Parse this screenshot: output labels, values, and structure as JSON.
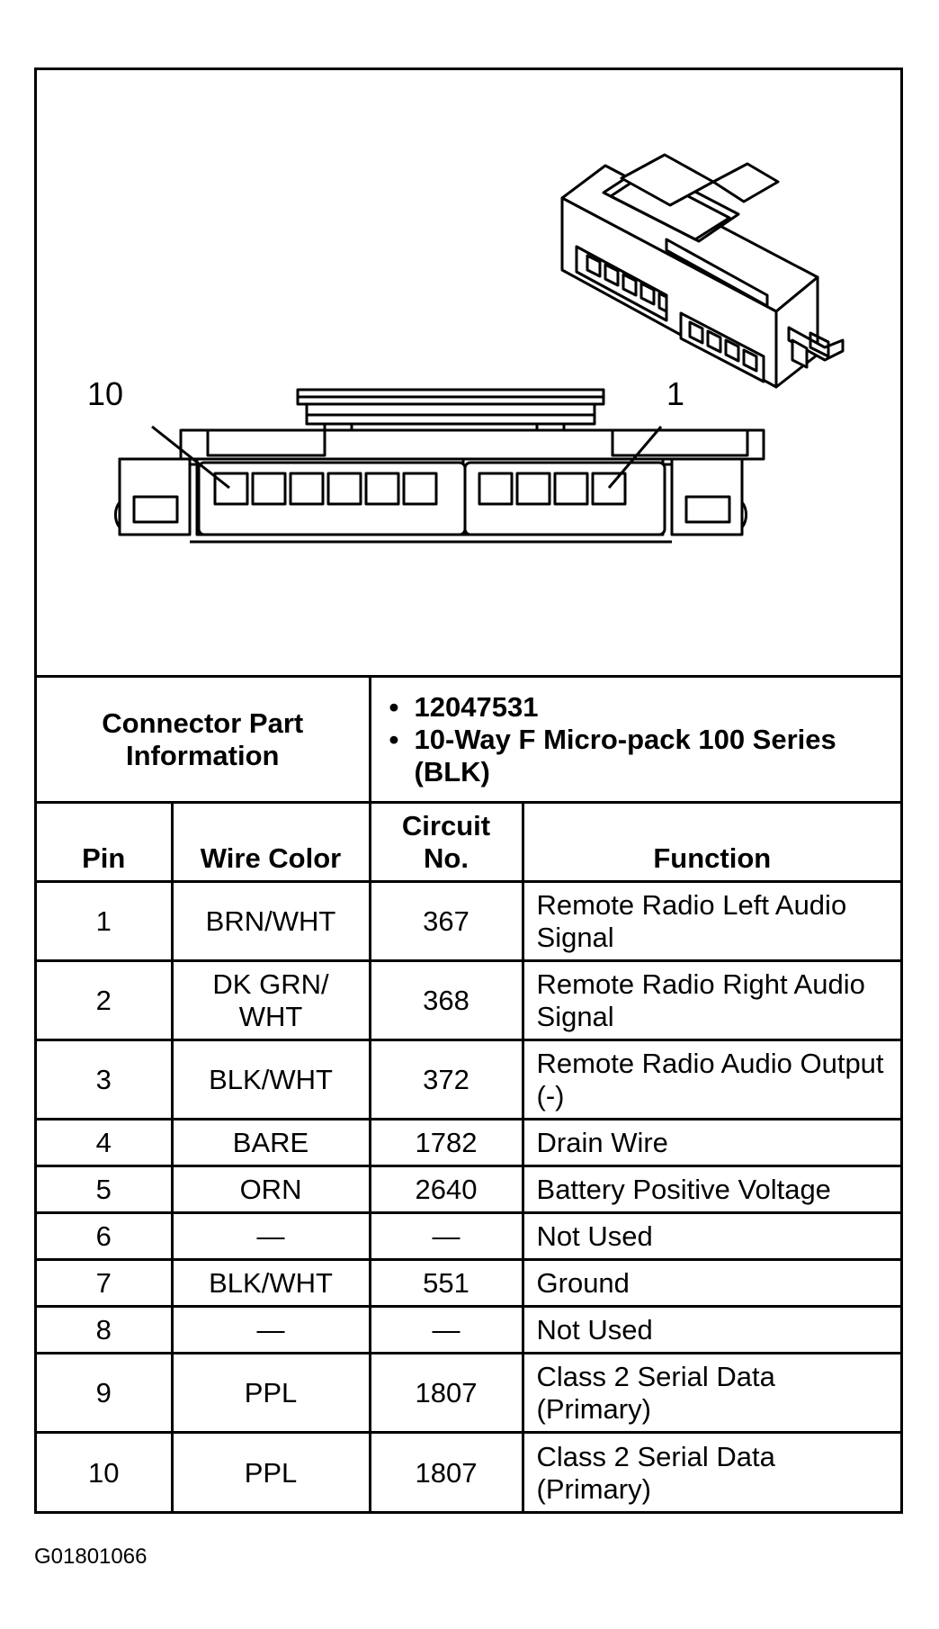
{
  "diagram": {
    "pin_callout_left": "10",
    "pin_callout_right": "1"
  },
  "connector_info": {
    "label": "Connector Part Information",
    "items": [
      "12047531",
      "10-Way F Micro-pack 100 Series (BLK)"
    ]
  },
  "table": {
    "headers": {
      "pin": "Pin",
      "wire_color": "Wire Color",
      "circuit": "Circuit No.",
      "function": "Function"
    },
    "rows": [
      {
        "pin": "1",
        "wire": "BRN/WHT",
        "circuit": "367",
        "function": "Remote Radio Left Audio Signal"
      },
      {
        "pin": "2",
        "wire": "DK GRN/ WHT",
        "circuit": "368",
        "function": "Remote Radio Right Audio Signal"
      },
      {
        "pin": "3",
        "wire": "BLK/WHT",
        "circuit": "372",
        "function": "Remote Radio Audio Output (-)"
      },
      {
        "pin": "4",
        "wire": "BARE",
        "circuit": "1782",
        "function": "Drain Wire"
      },
      {
        "pin": "5",
        "wire": "ORN",
        "circuit": "2640",
        "function": "Battery Positive Voltage"
      },
      {
        "pin": "6",
        "wire": "—",
        "circuit": "—",
        "function": "Not Used"
      },
      {
        "pin": "7",
        "wire": "BLK/WHT",
        "circuit": "551",
        "function": "Ground"
      },
      {
        "pin": "8",
        "wire": "—",
        "circuit": "—",
        "function": "Not Used"
      },
      {
        "pin": "9",
        "wire": "PPL",
        "circuit": "1807",
        "function": "Class 2 Serial Data (Primary)"
      },
      {
        "pin": "10",
        "wire": "PPL",
        "circuit": "1807",
        "function": "Class 2 Serial Data (Primary)"
      }
    ]
  },
  "figure_code": "G01801066"
}
